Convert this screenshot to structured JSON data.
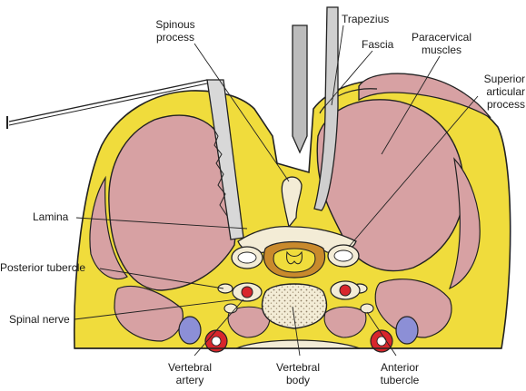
{
  "labels": {
    "spinous_process": "Spinous\nprocess",
    "trapezius": "Trapezius",
    "fascia": "Fascia",
    "paracervical_muscles": "Paracervical\nmuscles",
    "superior_articular_process": "Superior\narticular\nprocess",
    "lamina": "Lamina",
    "posterior_tubercle": "Posterior tubercle",
    "spinal_nerve": "Spinal nerve",
    "vertebral_artery": "Vertebral\nartery",
    "vertebral_body": "Vertebral\nbody",
    "anterior_tubercle": "Anterior\ntubercle"
  },
  "colors": {
    "fat": "#f0dc3c",
    "muscle": "#d7a1a3",
    "bone": "#f3ecd6",
    "dura": "#c98a2c",
    "spinal_cord": "#f0dc3c",
    "artery": "#d8262c",
    "vein": "#8c8fd6",
    "instrument": "#bcbcbc",
    "outline": "#222222"
  }
}
